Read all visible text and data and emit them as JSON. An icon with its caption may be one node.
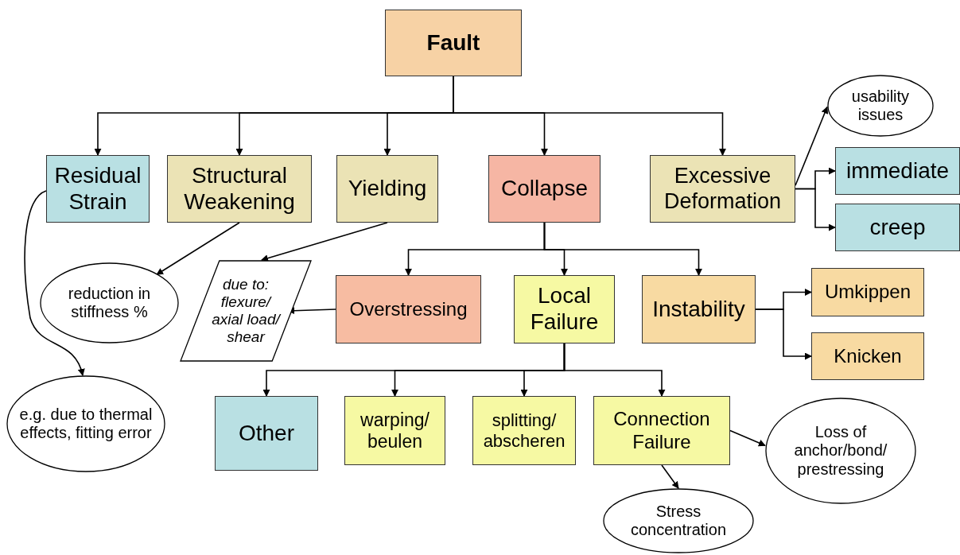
{
  "diagram": {
    "nodes": [
      {
        "text": [
          "Fault"
        ]
      },
      {
        "text": [
          "Residual Strain"
        ]
      },
      {
        "text": [
          "Structural Weakening"
        ]
      },
      {
        "text": [
          "Yielding"
        ]
      },
      {
        "text": [
          "Collapse"
        ]
      },
      {
        "text": [
          "Excessive Deformation"
        ]
      },
      {
        "text": [
          "usability issues"
        ]
      },
      {
        "text": [
          "immediate"
        ]
      },
      {
        "text": [
          "creep"
        ]
      },
      {
        "text": [
          "reduction in stiffness %"
        ]
      },
      {
        "text": [
          "due to: flexure/ axial load/ shear"
        ]
      },
      {
        "text": [
          "Overstressing"
        ]
      },
      {
        "text": [
          "Local Failure"
        ]
      },
      {
        "text": [
          "Instability"
        ]
      },
      {
        "text": [
          "Umkippen"
        ]
      },
      {
        "text": [
          "Knicken"
        ]
      },
      {
        "text": [
          "e.g. due to thermal effects, fitting error"
        ]
      },
      {
        "text": [
          "Other"
        ]
      },
      {
        "text": [
          "warping/ beulen"
        ]
      },
      {
        "text": [
          "splitting/ abscheren"
        ]
      },
      {
        "text": [
          "Connection Failure"
        ]
      },
      {
        "text": [
          "Loss of anchor/bond/ prestressing"
        ]
      },
      {
        "text": [
          "Stress concentration"
        ]
      }
    ],
    "edges": [
      {
        "from": 0,
        "to": 1,
        "arrow": "to"
      },
      {
        "from": 0,
        "to": 2,
        "arrow": "to"
      },
      {
        "from": 0,
        "to": 3,
        "arrow": "to"
      },
      {
        "from": 0,
        "to": 4,
        "arrow": "to"
      },
      {
        "from": 0,
        "to": 5,
        "arrow": "to"
      },
      {
        "from": 5,
        "to": 6,
        "arrow": "to"
      },
      {
        "from": 5,
        "to": 7,
        "arrow": "to"
      },
      {
        "from": 5,
        "to": 8,
        "arrow": "to"
      },
      {
        "from": 1,
        "to": 16,
        "arrow": "to"
      },
      {
        "from": 2,
        "to": 9,
        "arrow": "to"
      },
      {
        "from": 3,
        "to": 10,
        "arrow": "to"
      },
      {
        "from": 4,
        "to": 11,
        "arrow": "to"
      },
      {
        "from": 4,
        "to": 12,
        "arrow": "to"
      },
      {
        "from": 4,
        "to": 13,
        "arrow": "to"
      },
      {
        "from": 11,
        "to": 10,
        "arrow": "to"
      },
      {
        "from": 13,
        "to": 14,
        "arrow": "to"
      },
      {
        "from": 13,
        "to": 15,
        "arrow": "to"
      },
      {
        "from": 12,
        "to": 17,
        "arrow": "to"
      },
      {
        "from": 12,
        "to": 18,
        "arrow": "to"
      },
      {
        "from": 12,
        "to": 19,
        "arrow": "to"
      },
      {
        "from": 12,
        "to": 20,
        "arrow": "to"
      },
      {
        "from": 20,
        "to": 21,
        "arrow": "to"
      },
      {
        "from": 20,
        "to": 22,
        "arrow": "to"
      }
    ]
  }
}
